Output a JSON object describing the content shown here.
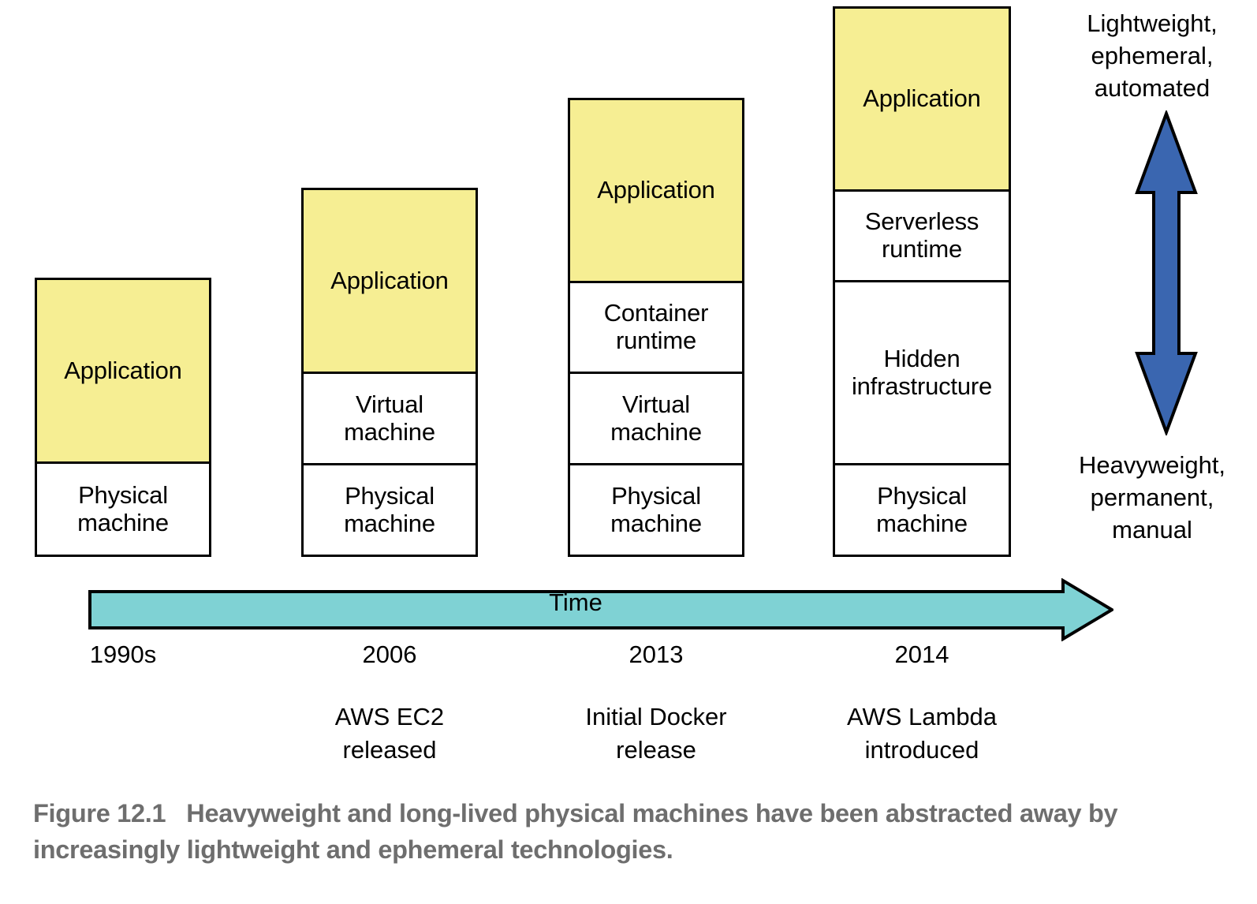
{
  "figure": {
    "number": "Figure 12.1",
    "caption": "Heavyweight and long-lived physical machines have been abstracted away by increasingly lightweight and ephemeral technologies."
  },
  "colors": {
    "application_fill": "#F6EE93",
    "time_arrow_fill": "#7FD2D4",
    "vertical_arrow_fill": "#3A66B0",
    "stroke": "#000000",
    "caption_text": "#6E6E6E"
  },
  "time_axis": {
    "label": "Time",
    "direction": "left-to-right"
  },
  "vertical_axis": {
    "top_label": "Lightweight,\nephemeral,\nautomated",
    "top_label_lines": [
      "Lightweight,",
      "ephemeral,",
      "automated"
    ],
    "bottom_label_lines": [
      "Heavyweight,",
      "permanent,",
      "manual"
    ],
    "direction": "double-headed"
  },
  "columns": [
    {
      "id": "physical-era",
      "year": "1990s",
      "event_lines": [],
      "layers": [
        {
          "label": "Application",
          "type": "application"
        },
        {
          "label_lines": [
            "Physical",
            "machine"
          ],
          "type": "infrastructure"
        }
      ]
    },
    {
      "id": "vm-era",
      "year": "2006",
      "event_lines": [
        "AWS EC2",
        "released"
      ],
      "layers": [
        {
          "label": "Application",
          "type": "application"
        },
        {
          "label_lines": [
            "Virtual",
            "machine"
          ],
          "type": "infrastructure"
        },
        {
          "label_lines": [
            "Physical",
            "machine"
          ],
          "type": "infrastructure"
        }
      ]
    },
    {
      "id": "container-era",
      "year": "2013",
      "event_lines": [
        "Initial Docker",
        "release"
      ],
      "layers": [
        {
          "label": "Application",
          "type": "application"
        },
        {
          "label_lines": [
            "Container",
            "runtime"
          ],
          "type": "infrastructure"
        },
        {
          "label_lines": [
            "Virtual",
            "machine"
          ],
          "type": "infrastructure"
        },
        {
          "label_lines": [
            "Physical",
            "machine"
          ],
          "type": "infrastructure"
        }
      ]
    },
    {
      "id": "serverless-era",
      "year": "2014",
      "event_lines": [
        "AWS Lambda",
        "introduced"
      ],
      "layers": [
        {
          "label": "Application",
          "type": "application"
        },
        {
          "label_lines": [
            "Serverless",
            "runtime"
          ],
          "type": "infrastructure"
        },
        {
          "label_lines": [
            "Hidden",
            "infrastructure"
          ],
          "type": "infrastructure"
        },
        {
          "label_lines": [
            "Physical",
            "machine"
          ],
          "type": "infrastructure"
        }
      ]
    }
  ],
  "text": {
    "col1_layer1": "Application",
    "col1_layer2_line1": "Physical",
    "col1_layer2_line2": "machine",
    "col2_layer1": "Application",
    "col2_layer2_line1": "Virtual",
    "col2_layer2_line2": "machine",
    "col2_layer3_line1": "Physical",
    "col2_layer3_line2": "machine",
    "col3_layer1": "Application",
    "col3_layer2_line1": "Container",
    "col3_layer2_line2": "runtime",
    "col3_layer3_line1": "Virtual",
    "col3_layer3_line2": "machine",
    "col3_layer4_line1": "Physical",
    "col3_layer4_line2": "machine",
    "col4_layer1": "Application",
    "col4_layer2_line1": "Serverless",
    "col4_layer2_line2": "runtime",
    "col4_layer3_line1": "Hidden",
    "col4_layer3_line2": "infrastructure",
    "col4_layer4_line1": "Physical",
    "col4_layer4_line2": "machine",
    "year1": "1990s",
    "year2": "2006",
    "year3": "2013",
    "year4": "2014",
    "event2_line1": "AWS EC2",
    "event2_line2": "released",
    "event3_line1": "Initial Docker",
    "event3_line2": "release",
    "event4_line1": "AWS Lambda",
    "event4_line2": "introduced",
    "time_label": "Time",
    "top_line1": "Lightweight,",
    "top_line2": "ephemeral,",
    "top_line3": "automated",
    "bottom_line1": "Heavyweight,",
    "bottom_line2": "permanent,",
    "bottom_line3": "manual",
    "fig_number": "Figure 12.1",
    "fig_caption": "Heavyweight and long-lived physical machines have been abstracted away by increasingly lightweight and ephemeral technologies."
  }
}
